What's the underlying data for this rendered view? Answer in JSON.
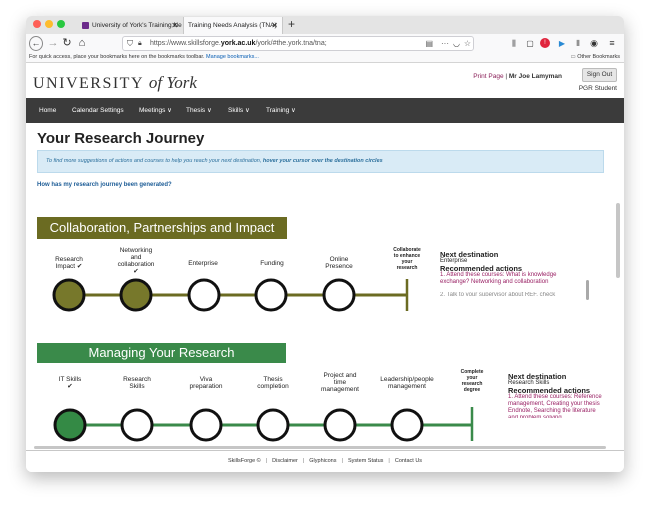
{
  "browser": {
    "tabs": [
      {
        "label": "University of York's Training Ne"
      },
      {
        "label": "Training Needs Analysis (TNA)"
      }
    ],
    "new_tab_glyph": "+",
    "url_host_prefix": "https://www.skillsforge.",
    "url_host_bold": "york.ac.uk",
    "url_path": "/york/#the.york.tna/tna;",
    "bookmark_hint": "For quick access, place your bookmarks here on the bookmarks toolbar.",
    "bookmark_link": "Manage bookmarks...",
    "other_bookmarks": "Other Bookmarks",
    "colors": {
      "close": "#fe5f57",
      "minimize": "#febc2e",
      "maximize": "#28c840"
    },
    "icons": [
      "back-icon",
      "forward-icon",
      "reload-icon",
      "home-icon",
      "shield-icon",
      "lock-icon",
      "reader-icon",
      "menu-icon",
      "library-icon",
      "sidebar-icon"
    ]
  },
  "header": {
    "logo_prefix": "UNIVERSITY",
    "logo_script": "of York",
    "print_page": "Print Page",
    "separator": "|",
    "user": "Mr Joe Lamyman",
    "sign_out": "Sign Out",
    "role": "PGR Student"
  },
  "nav": {
    "home": "Home",
    "calendar": "Calendar Settings",
    "meetings": "Meetings ∨",
    "thesis": "Thesis ∨",
    "skills": "Skills ∨",
    "training": "Training ∨"
  },
  "page": {
    "title": "Your Research Journey",
    "info_text": "To find more suggestions of actions and courses to help you reach your next destination, ",
    "info_bold": "hover your cursor over the destination circles",
    "how_link": "How has my research journey been generated?"
  },
  "journey1": {
    "title": "Collaboration, Partnerships and Impact",
    "color": "#6b6b22",
    "fill_done": "#77782b",
    "steps": [
      {
        "label": "Research\nImpact ✔",
        "done": true
      },
      {
        "label": "Networking\nand\ncollaboration\n✔",
        "done": true
      },
      {
        "label": "Enterprise",
        "done": false
      },
      {
        "label": "Funding",
        "done": false
      },
      {
        "label": "Online\nPresence",
        "done": false
      }
    ],
    "final": "Collaborate\nto enhance\nyour\nresearch",
    "next_heading": "Next destination",
    "next_value": "Enterprise",
    "rec_heading": "Recommended actions",
    "rec_line1": "1. Attend these courses: What is knowledge",
    "rec_line2": "exchange? Networking and collaboration",
    "rec_line3": "2. Talk to your supervisor about REF, check"
  },
  "journey2": {
    "title": "Managing Your Research",
    "color": "#3a8a4a",
    "fill_done": "#348a45",
    "steps": [
      {
        "label": "IT Skills\n✔",
        "done": true
      },
      {
        "label": "Research\nSkills",
        "done": false
      },
      {
        "label": "Viva\npreparation",
        "done": false
      },
      {
        "label": "Thesis\ncompletion",
        "done": false
      },
      {
        "label": "Project and\ntime\nmanagement",
        "done": false
      },
      {
        "label": "Leadership/people\nmanagement",
        "done": false
      }
    ],
    "final": "Complete\nyour\nresearch\ndegree",
    "next_heading": "Next destination",
    "next_value": "Research Skills",
    "rec_heading": "Recommended actions",
    "rec_line1": "1. Attend these courses: Reference",
    "rec_line2": "management, Creating your thesis",
    "rec_line3": "Endnote, Searching the literature",
    "rec_line4": "and problem solving"
  },
  "footer": {
    "items": [
      "SkillsForge ©",
      "Disclaimer",
      "Glyphicons",
      "System Status",
      "Contact Us"
    ]
  }
}
